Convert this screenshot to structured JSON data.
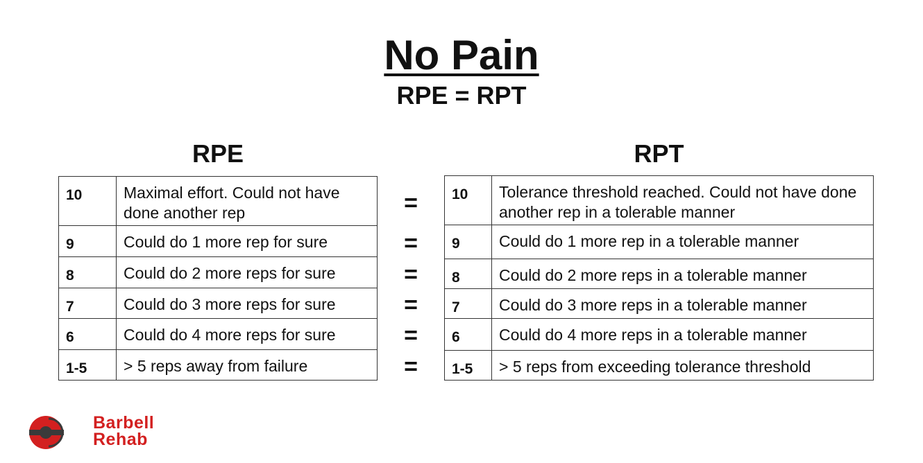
{
  "title": "No Pain",
  "subtitle": "RPE = RPT",
  "equals_symbol": "=",
  "rpe": {
    "heading": "RPE",
    "rows": [
      {
        "level": "10",
        "desc": "Maximal effort. Could not have done another rep"
      },
      {
        "level": "9",
        "desc": "Could do 1 more rep for sure"
      },
      {
        "level": "8",
        "desc": "Could do 2 more reps for sure"
      },
      {
        "level": "7",
        "desc": "Could do 3 more reps for sure"
      },
      {
        "level": "6",
        "desc": "Could do 4 more reps for sure"
      },
      {
        "level": "1-5",
        "desc": "> 5 reps away from failure"
      }
    ]
  },
  "rpt": {
    "heading": "RPT",
    "rows": [
      {
        "level": "10",
        "desc": "Tolerance threshold reached. Could not have done another rep in a tolerable manner"
      },
      {
        "level": "9",
        "desc": "Could do 1 more rep in a tolerable manner"
      },
      {
        "level": "8",
        "desc": "Could do 2 more reps in a tolerable manner"
      },
      {
        "level": "7",
        "desc": "Could do 3 more reps in a tolerable manner"
      },
      {
        "level": "6",
        "desc": "Could do 4 more reps in a tolerable manner"
      },
      {
        "level": "1-5",
        "desc": "> 5 reps from exceeding tolerance threshold"
      }
    ]
  },
  "logo": {
    "line1": "Barbell",
    "line2": "Rehab",
    "color": "#d32020",
    "dark": "#3a3a3a"
  }
}
